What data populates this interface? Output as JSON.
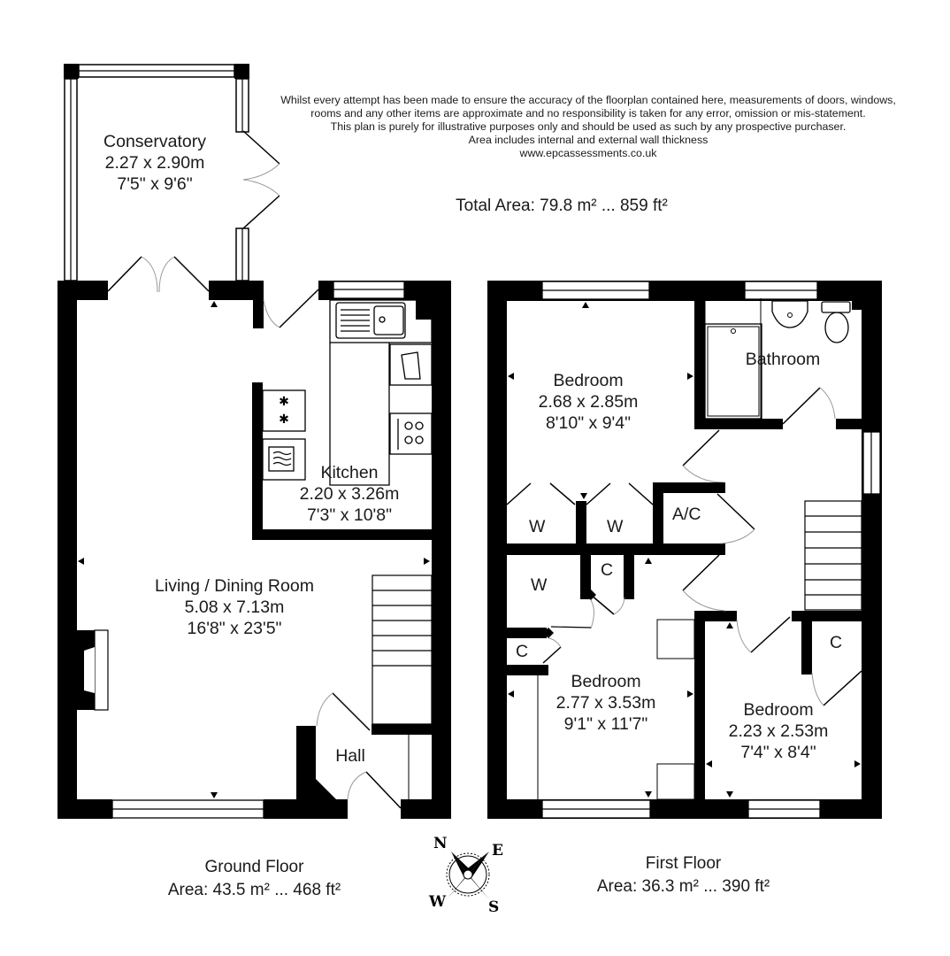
{
  "disclaimer": {
    "lines": [
      "Whilst every attempt has been made to ensure the accuracy of the floorplan contained here, measurements of doors, windows,",
      "rooms and any other items are approximate and no responsibility is taken for any error, omission or mis-statement.",
      "This plan is purely for illustrative purposes only and should be used as such by any prospective purchaser.",
      "Area includes internal and external wall thickness",
      "www.epcassessments.co.uk"
    ]
  },
  "total_area": "Total Area: 79.8 m² ... 859 ft²",
  "ground_floor": {
    "title": "Ground Floor",
    "area": "Area: 43.5 m² ... 468 ft²",
    "rooms": [
      {
        "name": "Conservatory",
        "metric": "2.27 x 2.90m",
        "imperial": "7'5\" x 9'6\""
      },
      {
        "name": "Kitchen",
        "metric": "2.20 x 3.26m",
        "imperial": "7'3\" x 10'8\""
      },
      {
        "name": "Living / Dining Room",
        "metric": "5.08 x 7.13m",
        "imperial": "16'8\" x 23'5\""
      },
      {
        "name": "Hall"
      }
    ]
  },
  "first_floor": {
    "title": "First Floor",
    "area": "Area: 36.3 m² ... 390 ft²",
    "rooms": [
      {
        "name": "Bedroom",
        "metric": "2.68 x 2.85m",
        "imperial": "8'10\" x 9'4\""
      },
      {
        "name": "Bathroom"
      },
      {
        "name": "Bedroom",
        "metric": "2.77 x 3.53m",
        "imperial": "9'1\" x 11'7\""
      },
      {
        "name": "Bedroom",
        "metric": "2.23 x 2.53m",
        "imperial": "7'4\" x 8'4\""
      }
    ],
    "storage": [
      "W",
      "W",
      "A/C",
      "W",
      "C",
      "C",
      "C"
    ]
  },
  "compass": {
    "n": "N",
    "e": "E",
    "s": "S",
    "w": "W"
  },
  "colors": {
    "wall": "#000000",
    "fixture": "#1a1a1a",
    "swing": "#9a9a9a",
    "background": "#ffffff"
  }
}
